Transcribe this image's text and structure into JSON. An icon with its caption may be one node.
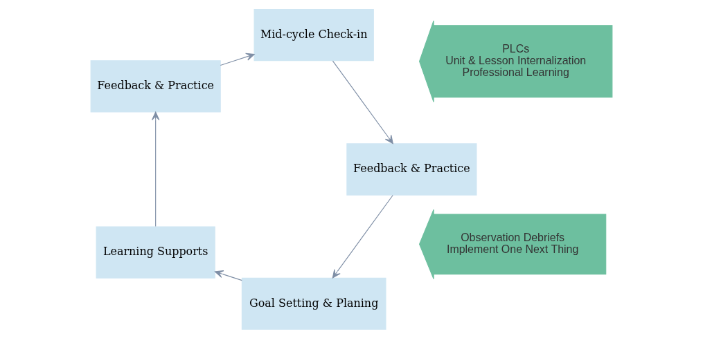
{
  "diagram": {
    "nodes": [
      {
        "text": [
          "Goal Setting & Planing"
        ]
      },
      {
        "text": [
          "Learning Supports"
        ]
      },
      {
        "text": [
          "Feedback & Practice"
        ]
      },
      {
        "text": [
          "Mid-cycle Check-in"
        ]
      },
      {
        "text": [
          "Feedback & Practice"
        ]
      },
      {
        "text": [
          "PLCs",
          "Unit & Lesson Internalization",
          "Professional Learning"
        ]
      },
      {
        "text": [
          "Observation Debriefs",
          "Implement One Next Thing"
        ]
      }
    ],
    "edges": [
      {
        "from": 0,
        "to": 1,
        "arrow": "to"
      },
      {
        "from": 1,
        "to": 2,
        "arrow": "to"
      },
      {
        "from": 2,
        "to": 3,
        "arrow": "to"
      },
      {
        "from": 3,
        "to": 4,
        "arrow": "to"
      },
      {
        "from": 4,
        "to": 0,
        "arrow": "to"
      }
    ]
  }
}
